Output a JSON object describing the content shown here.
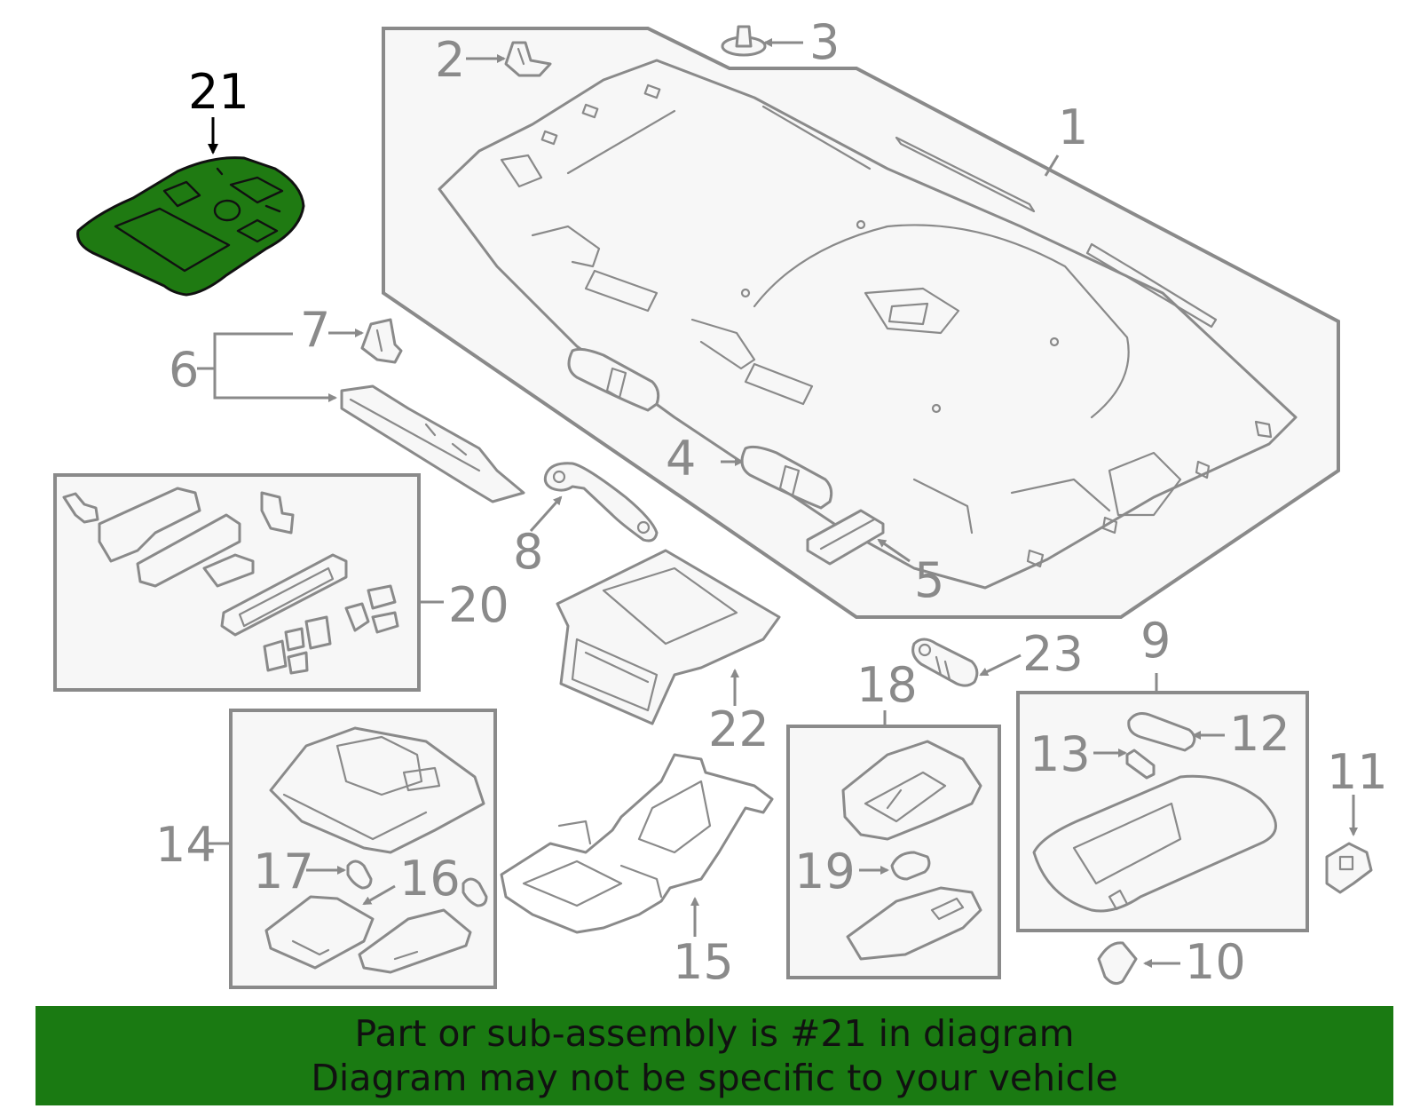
{
  "diagram": {
    "highlighted_part": "21",
    "callouts": [
      "1",
      "2",
      "3",
      "4",
      "5",
      "6",
      "7",
      "8",
      "9",
      "10",
      "11",
      "12",
      "13",
      "14",
      "15",
      "16",
      "17",
      "18",
      "19",
      "20",
      "21",
      "22",
      "23"
    ]
  },
  "footer": {
    "line1": "Part or sub-assembly is #21 in diagram",
    "line2": "Diagram may not be specific to your vehicle"
  },
  "colors": {
    "highlight": "#1f7a12",
    "banner": "#1a7a12",
    "line": "#8a8a8a"
  }
}
